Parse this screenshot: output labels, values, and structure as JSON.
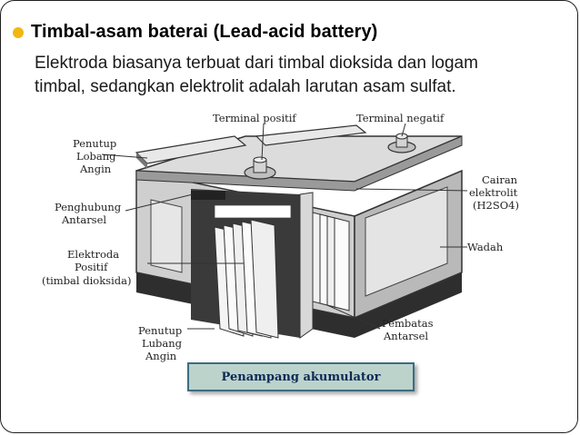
{
  "slide": {
    "heading": "Timbal-asam baterai (Lead-acid battery)",
    "body_line1": "Elektroda biasanya terbuat dari timbal dioksida dan logam",
    "body_line2": "timbal, sedangkan elektrolit adalah larutan asam sulfat.",
    "bullet_color": "#f1b810"
  },
  "diagram": {
    "labels": {
      "terminal_positif": "Terminal positif",
      "terminal_negatif": "Terminal negatif",
      "penutup_top_1": "Penutup",
      "penutup_top_2": "Lobang",
      "penutup_top_3": "Angin",
      "penghubung_1": "Penghubung",
      "penghubung_2": "Antarsel",
      "elektroda_1": "Elektroda",
      "elektroda_2": "Positif",
      "elektroda_3": "(timbal dioksida)",
      "cairan_1": "Cairan",
      "cairan_2": "elektrolit",
      "cairan_3": "(H2SO4)",
      "wadah": "Wadah",
      "penutup_bot_1": "Penutup",
      "penutup_bot_2": "Lubang",
      "penutup_bot_3": "Angin",
      "pembatas_1": "Pembatas",
      "pembatas_2": "Antarsel"
    },
    "caption": "Penampang akumulator",
    "caption_bg": "#bcd3cc",
    "caption_border": "#3c6d83"
  }
}
